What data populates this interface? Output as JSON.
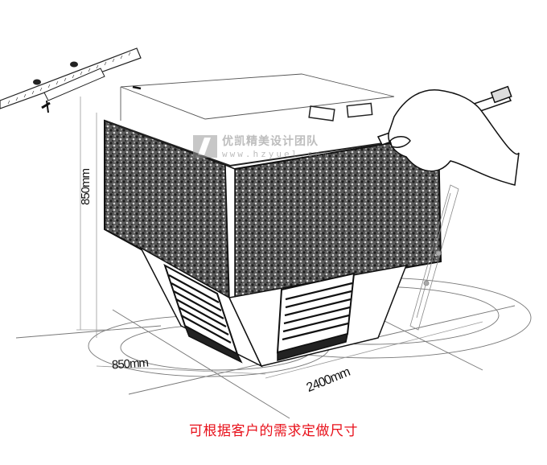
{
  "illustration": {
    "subject": "display-cabinet-sketch",
    "elements": [
      "vernier-caliper",
      "hand-with-pencil",
      "cabinet-with-granite-panels",
      "louvered-base",
      "ground-ellipses",
      "protractor-ruler"
    ]
  },
  "dimensions": {
    "height": "850mm",
    "depth": "850mm",
    "width": "2400mm"
  },
  "watermark": {
    "brand_cn": "优凯精美设计团队",
    "url": "www.hzyuel.com"
  },
  "caption": {
    "text": "可根据客户的需求定做尺寸",
    "color": "#e8101a"
  }
}
